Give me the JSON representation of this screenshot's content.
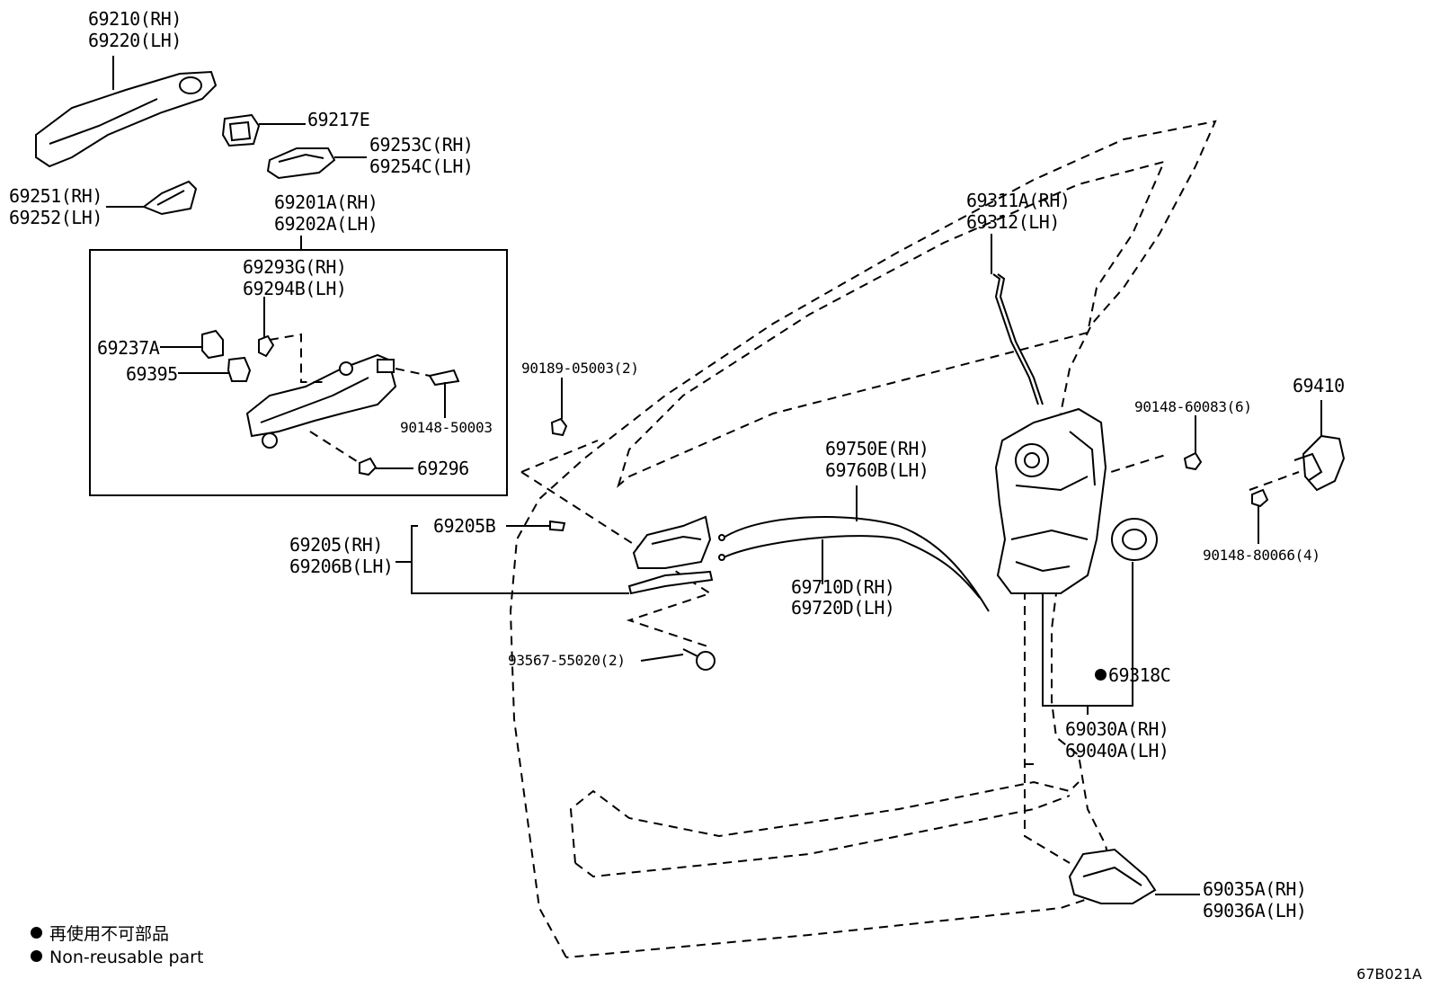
{
  "labels": {
    "outer_handle": [
      "69210(RH)",
      "69220(LH)"
    ],
    "handle_cap": "69217E",
    "cover_rear": [
      "69253C(RH)",
      "69254C(LH)"
    ],
    "pad_front": [
      "69251(RH)",
      "69252(LH)"
    ],
    "frame_assy": [
      "69201A(RH)",
      "69202A(LH)"
    ],
    "frame_sub": [
      "69293G(RH)",
      "69294B(LH)"
    ],
    "cylinder_part": "69237A",
    "clip_part": "69395",
    "bolt_frame": "90148-50003",
    "screw_frame": "69296",
    "clip_90189": "90189-05003(2)",
    "inner_handle_bezel": "69205B",
    "inner_handle": [
      "69205(RH)",
      "69206B(LH)"
    ],
    "bolt_93567": "93567-55020(2)",
    "cable_upper": [
      "69750E(RH)",
      "69760B(LH)"
    ],
    "cable_lower": [
      "69710D(RH)",
      "69720D(LH)"
    ],
    "rod": [
      "69311A(RH)",
      "69312(LH)"
    ],
    "screw_lock": "90148-60083(6)",
    "striker": "69410",
    "screw_striker": "90148-80066(4)",
    "seal": "69318C",
    "lock_assy": [
      "69030A(RH)",
      "69040A(LH)"
    ],
    "lock_cover": [
      "69035A(RH)",
      "69036A(LH)"
    ]
  },
  "legend": {
    "jp": "再使用不可部品",
    "en": "Non-reusable part"
  },
  "figure_code": "67B021A"
}
